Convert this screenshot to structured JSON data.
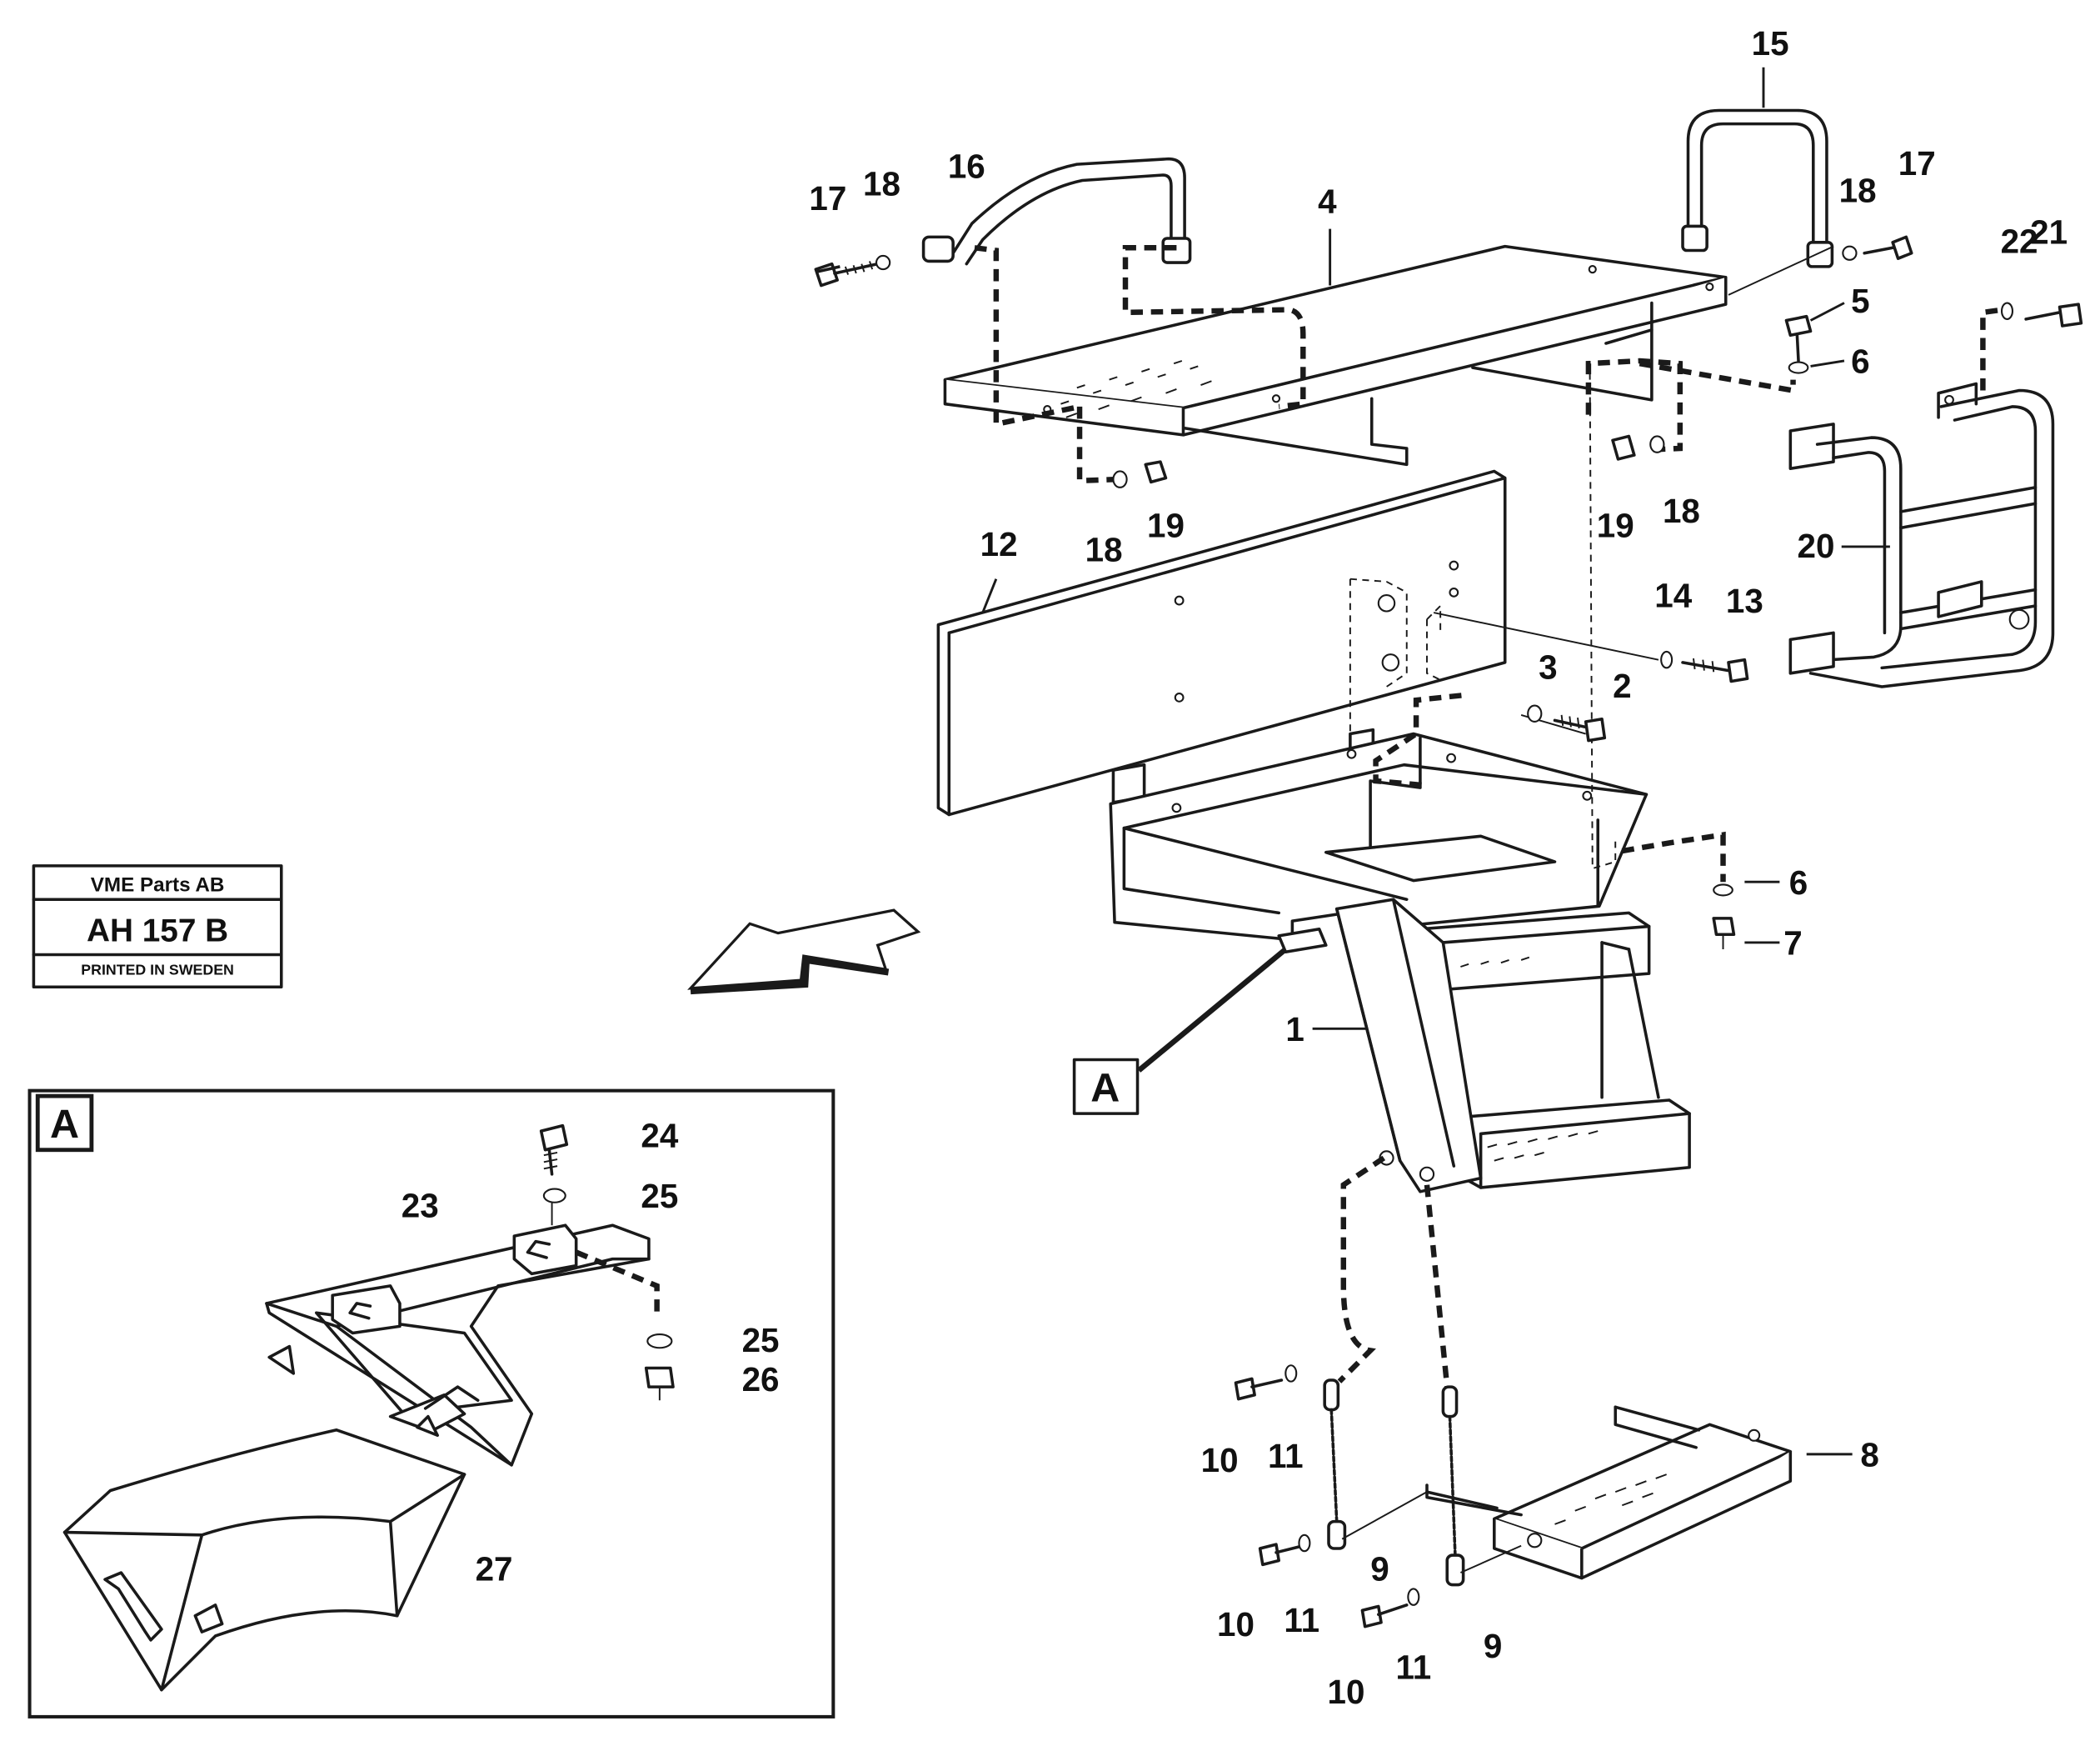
{
  "title_block": {
    "company": "VME Parts AB",
    "drawing_number": "AH 157 B",
    "printed": "PRINTED IN SWEDEN"
  },
  "detail_view": {
    "letter": "A"
  },
  "reference_marker": {
    "letter": "A"
  },
  "callouts": {
    "c1": "1",
    "c2": "2",
    "c3": "3",
    "c4": "4",
    "c5": "5",
    "c6a": "6",
    "c6b": "6",
    "c7": "7",
    "c8": "8",
    "c9a": "9",
    "c9b": "9",
    "c10a": "10",
    "c10b": "10",
    "c10c": "10",
    "c11a": "11",
    "c11b": "11",
    "c11c": "11",
    "c12": "12",
    "c13": "13",
    "c14": "14",
    "c15": "15",
    "c16": "16",
    "c17a": "17",
    "c17b": "17",
    "c18a": "18",
    "c18b": "18",
    "c18c": "18",
    "c18d": "18",
    "c19a": "19",
    "c19b": "19",
    "c20": "20",
    "c21": "21",
    "c22": "22",
    "c23": "23",
    "c24": "24",
    "c25a": "25",
    "c25b": "25",
    "c26": "26",
    "c27": "27"
  },
  "icons": {
    "direction_arrow": "forward-arrow-icon"
  }
}
